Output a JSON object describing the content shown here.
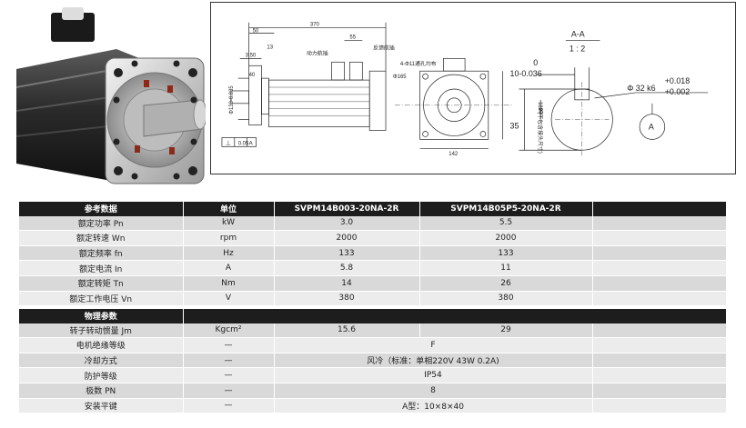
{
  "drawing": {
    "dim_50": "50",
    "dim_370": "370",
    "dim_13": "13",
    "dim_55": "55",
    "dim_350": "3.50",
    "dim_40": "40",
    "label_power": "动力航插",
    "label_feedback": "反馈航插",
    "hole_note": "4-Φ11通孔均布",
    "phi165": "Φ165",
    "phi130": "Φ130-0.035",
    "dim_142": "142",
    "dim_182": "182 (不包含接头尺寸)",
    "tol_perp": "0.05",
    "tol_ref": "A",
    "section_title": "A-A",
    "section_scale": "1 : 2",
    "key_top": "0",
    "key_tol": "10-0.036",
    "dim_8": "8",
    "dim_35": "35",
    "shaft_tol_upper": "+0.018",
    "shaft_label": "Φ 32 k6",
    "shaft_tol_lower": "+0.002",
    "datum": "A"
  },
  "table1": {
    "headers": [
      "参考数据",
      "单位",
      "SVPM14B003-20NA-2R",
      "SVPM14B05P5-20NA-2R",
      ""
    ],
    "rows": [
      [
        "额定功率 Pn",
        "kW",
        "3.0",
        "5.5"
      ],
      [
        "额定转速 Wn",
        "rpm",
        "2000",
        "2000"
      ],
      [
        "额定频率 fn",
        "Hz",
        "133",
        "133"
      ],
      [
        "额定电流 In",
        "A",
        "5.8",
        "11"
      ],
      [
        "额定转矩 Tn",
        "Nm",
        "14",
        "26"
      ],
      [
        "额定工作电压 Vn",
        "V",
        "380",
        "380"
      ]
    ]
  },
  "table2": {
    "section": "物理参数",
    "r1": [
      "转子转动惯量 Jm",
      "Kgcm²",
      "15.6",
      "29"
    ],
    "r2": [
      "电机绝缘等级",
      "—",
      "F"
    ],
    "r3": [
      "冷却方式",
      "—",
      "风冷（标准：单相220V 43W 0.2A)"
    ],
    "r4": [
      "防护等级",
      "—",
      "IP54"
    ],
    "r5": [
      "极数 PN",
      "—",
      "8"
    ],
    "r6": [
      "安装平键",
      "—",
      "A型：10×8×40"
    ]
  }
}
